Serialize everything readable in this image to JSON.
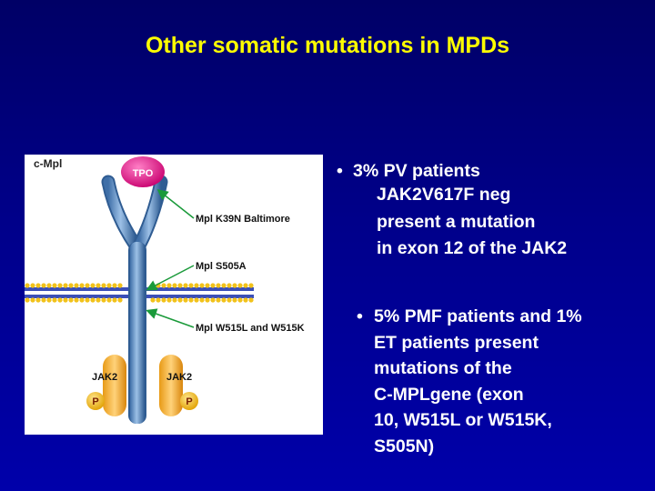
{
  "slide": {
    "title": "Other somatic mutations in MPDs"
  },
  "figure": {
    "receptor_label": "c-Mpl",
    "ligand_label": "TPO",
    "mutation_labels": [
      "Mpl K39N Baltimore",
      "Mpl S505A",
      "Mpl W515L and W515K"
    ],
    "kinase_labels": [
      "JAK2",
      "JAK2"
    ],
    "phospho_labels": [
      "P",
      "P"
    ]
  },
  "bullets": [
    {
      "marker": "•",
      "lines": [
        "3% PV patients",
        "JAK2V617F neg",
        "present a mutation",
        "in exon 12 of the JAK2"
      ]
    },
    {
      "marker": "•",
      "lines": [
        "5% PMF patients and 1%",
        "ET patients present",
        "mutations of the",
        "C-MPLgene (exon",
        "10, W515L or W515K,",
        "S505N)"
      ]
    }
  ]
}
